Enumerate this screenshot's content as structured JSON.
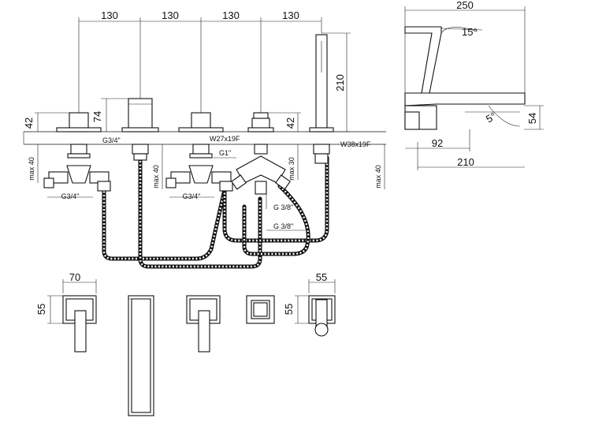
{
  "dimensions": {
    "spacing": [
      "130",
      "130",
      "130",
      "130"
    ],
    "top_view_width": "250",
    "angle_top": "15°",
    "angle_bottom": "5°",
    "spout_depth": "54",
    "spout_offset": "92",
    "spout_length": "210",
    "hand_shower_height": "210",
    "left_height": "42",
    "mid_height": "42",
    "valve_height": "74",
    "max_40_left": "max 40",
    "max_40_mid": "max 40",
    "max_30": "max 30",
    "max_40_right": "max 40",
    "plan_width_left": "70",
    "plan_depth_left": "55",
    "plan_width_right": "55",
    "plan_depth_right": "55"
  },
  "threads": {
    "g34_top": "G3/4\"",
    "w27": "W27x19F",
    "w38": "W38x19F",
    "g1": "G1\"",
    "g34_left": "G3/4\"",
    "g34_mid": "G3/4\"",
    "g38_upper": "G 3/8\"",
    "g38_lower": "G 3/8\""
  }
}
